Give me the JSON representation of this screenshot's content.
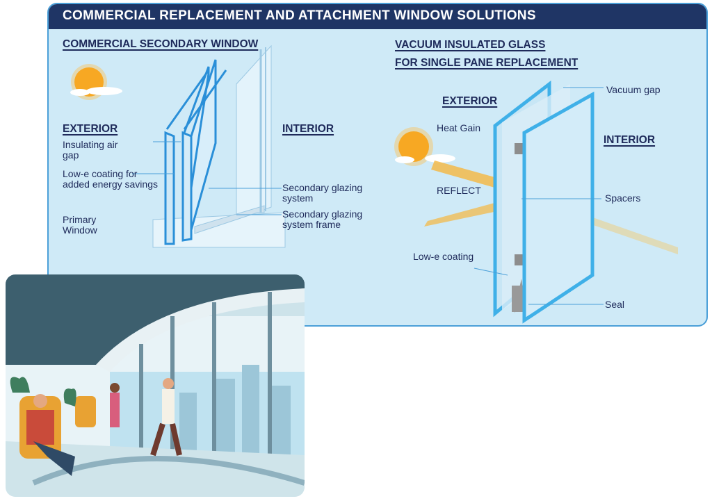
{
  "title": "COMMERCIAL REPLACEMENT AND ATTACHMENT WINDOW SOLUTIONS",
  "left": {
    "heading": "COMMERCIAL SECONDARY WINDOW",
    "exterior": "EXTERIOR",
    "interior": "INTERIOR",
    "labels": {
      "air_gap": "Insulating air gap",
      "low_e": "Low-e coating for added energy savings",
      "primary": "Primary Window",
      "glazing": "Secondary glazing system",
      "frame": "Secondary glazing system frame"
    }
  },
  "right": {
    "heading_1": "VACUUM INSULATED GLASS",
    "heading_2": "FOR SINGLE PANE REPLACEMENT",
    "exterior": "EXTERIOR",
    "interior": "INTERIOR",
    "labels": {
      "vacuum": "Vacuum gap",
      "heat": "Heat Gain",
      "reflect": "REFLECT",
      "spacers": "Spacers",
      "low_e": "Low-e coating",
      "seal": "Seal"
    }
  },
  "colors": {
    "header": "#1f3565",
    "panel": "#cfeaf7",
    "border": "#4a9fd8",
    "sun": "#f7a823"
  }
}
